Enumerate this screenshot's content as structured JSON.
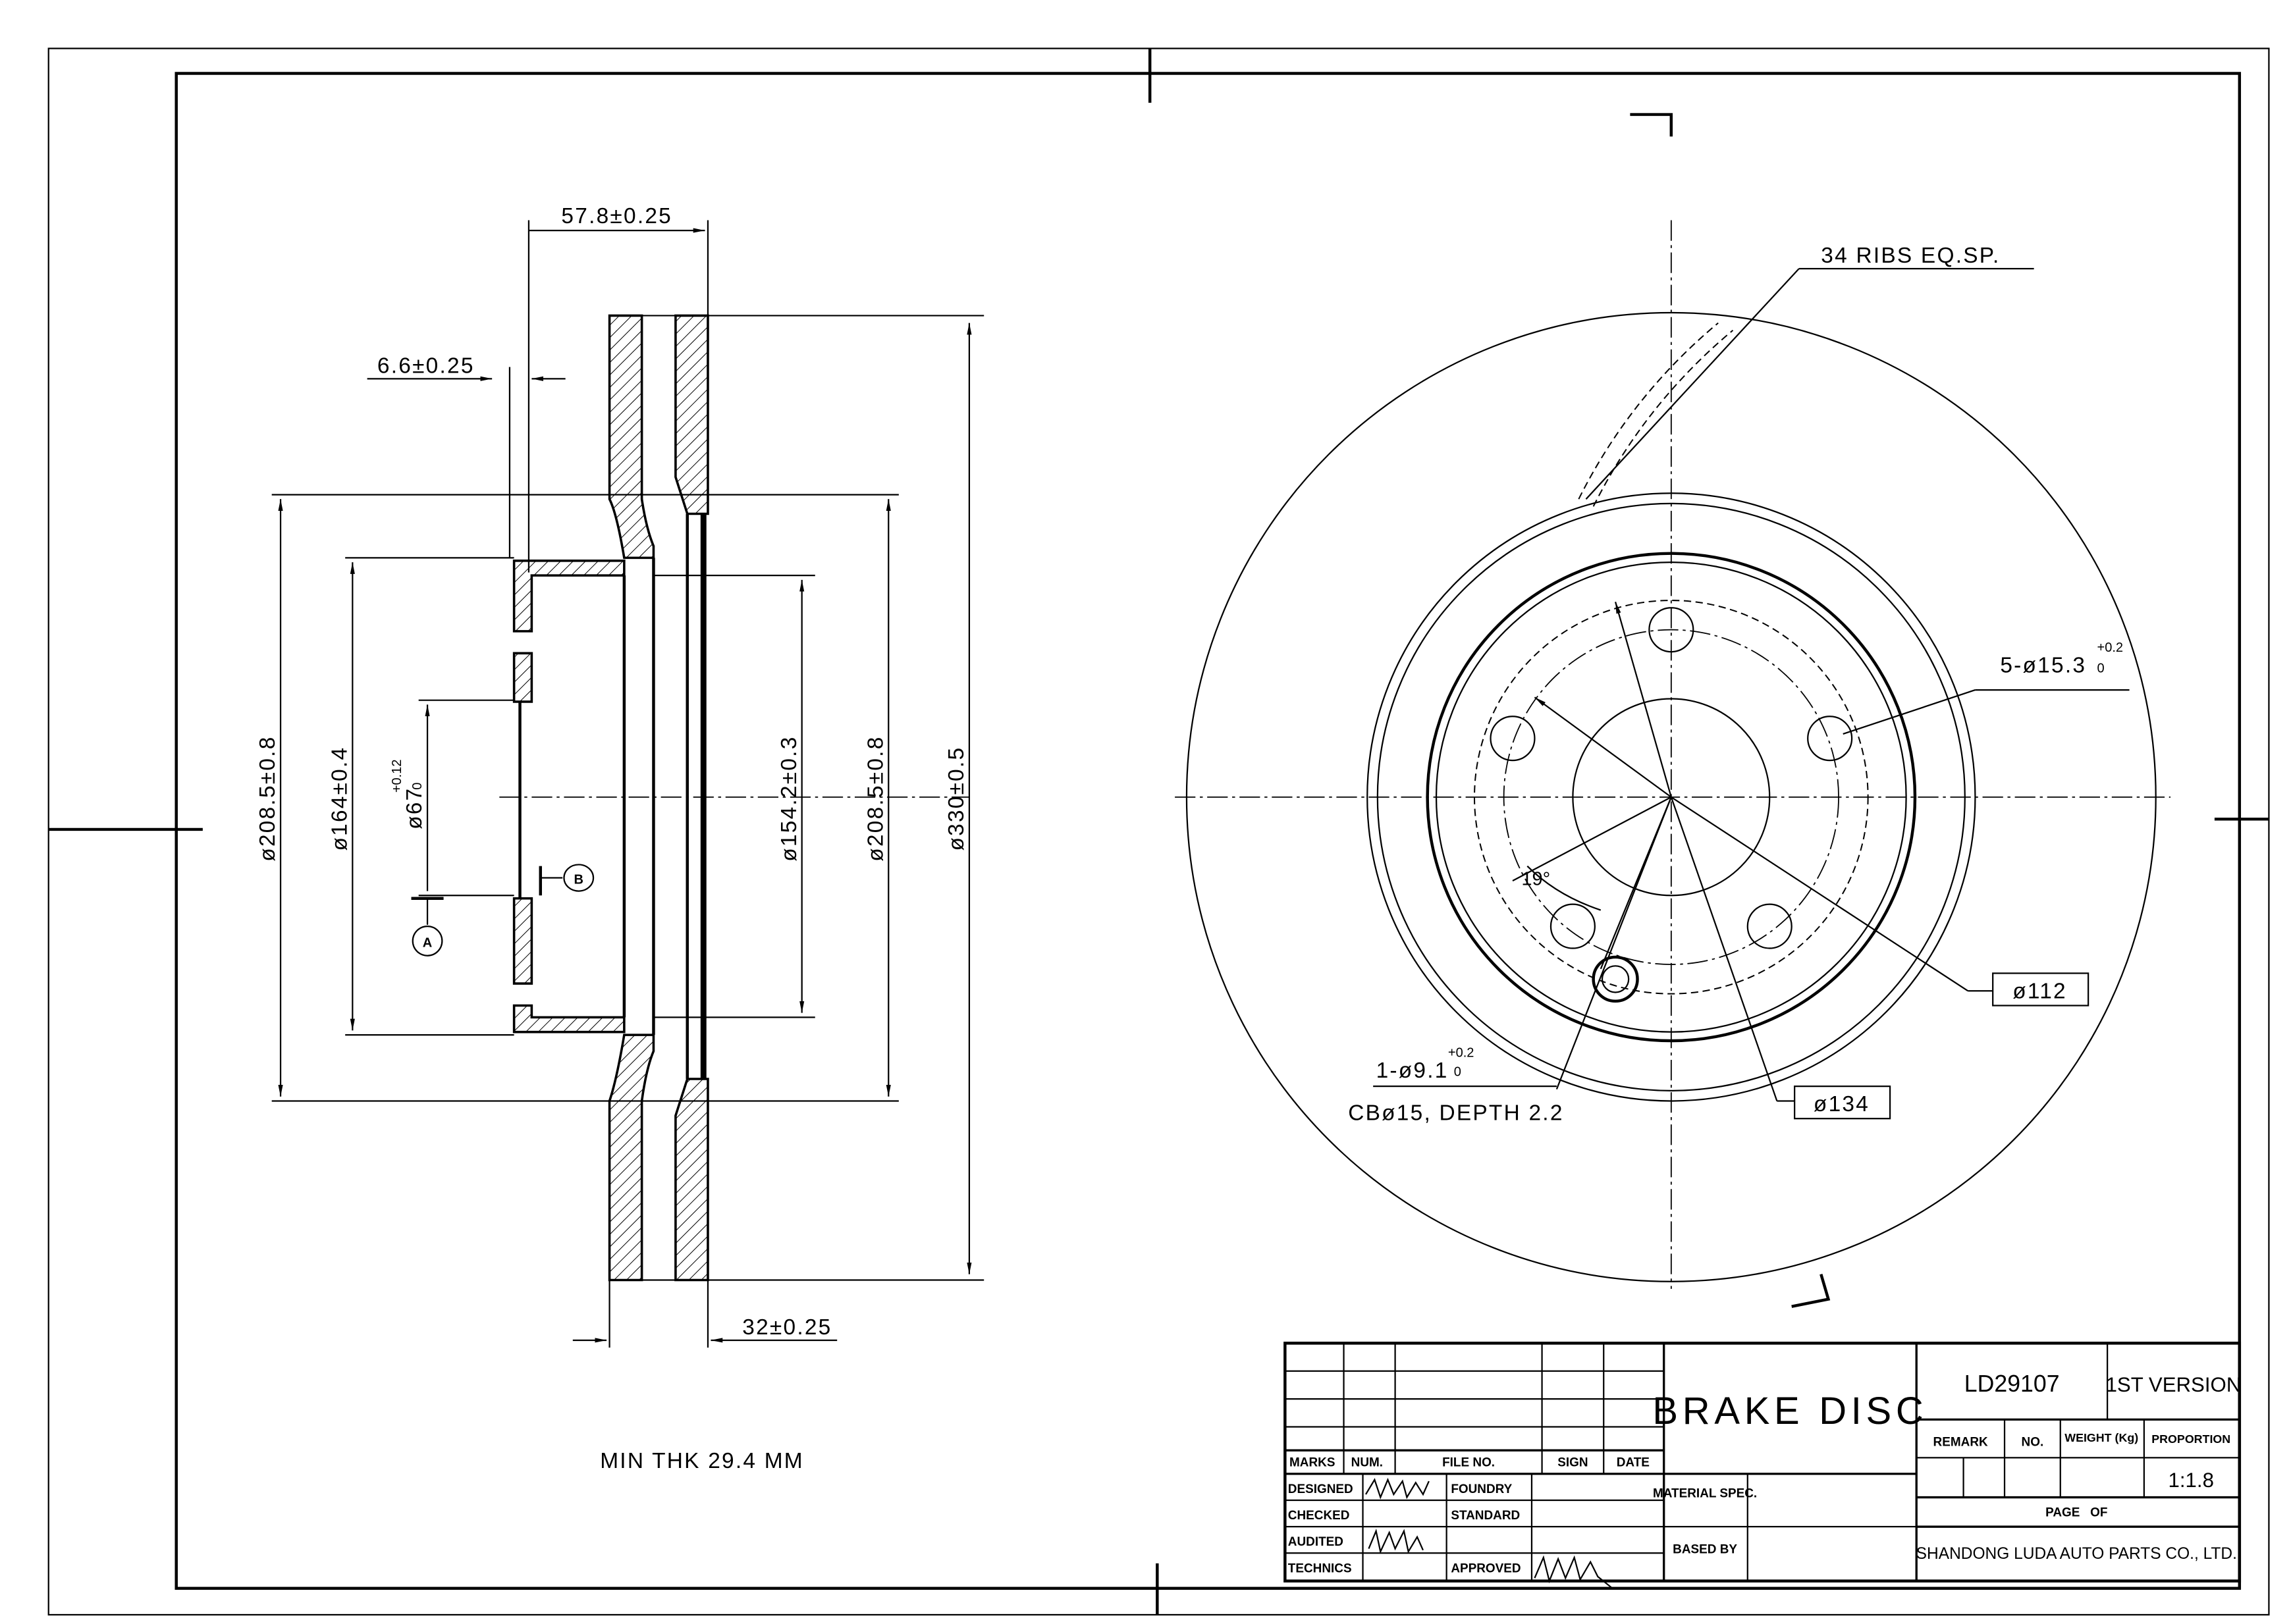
{
  "drawing": {
    "section_view": {
      "dim_overall_height": "57.8±0.25",
      "dim_hat_thickness": "6.6±0.25",
      "dim_disc_thickness": "32±0.25",
      "dim_outer_diameter": "ø330±0.5",
      "dim_friction_inner_right": "ø208.5±0.8",
      "dim_friction_inner_left": "ø208.5±0.8",
      "dim_hat_diameter": "ø164±0.4",
      "dim_inner_hat": "ø154.2±0.3",
      "dim_center_bore": "ø67",
      "dim_center_bore_tol_upper": "+0.12",
      "dim_center_bore_tol_lower": "0",
      "datum_a": "A",
      "datum_b": "B",
      "min_thickness": "MIN THK 29.4 MM"
    },
    "front_view": {
      "ribs_note": "34 RIBS EQ.SP.",
      "bolt_holes": "5-ø15.3",
      "bolt_holes_tol_upper": "+0.2",
      "bolt_holes_tol_lower": "0",
      "pcd_box": "ø112",
      "ring_box": "ø134",
      "angle": "19°",
      "locating_hole": "1-ø9.1",
      "locating_hole_tol_upper": "+0.2",
      "locating_hole_tol_lower": "0",
      "counterbore": "CBø15, DEPTH 2.2"
    }
  },
  "title_block": {
    "headers": {
      "marks": "MARKS",
      "num": "NUM.",
      "file_no": "FILE NO.",
      "sign": "SIGN",
      "date": "DATE"
    },
    "roles": {
      "designed": "DESIGNED",
      "checked": "CHECKED",
      "audited": "AUDITED",
      "technics": "TECHNICS",
      "foundry": "FOUNDRY",
      "standard": "STANDARD",
      "approved": "APPROVED"
    },
    "part_name": "BRAKE DISC",
    "material_spec": "MATERIAL SPEC.",
    "based_by": "BASED BY",
    "part_number": "LD29107",
    "version": "1ST VERSION",
    "remark": "REMARK",
    "no": "NO.",
    "weight": "WEIGHT (Kg)",
    "proportion": "PROPORTION",
    "proportion_value": "1:1.8",
    "page_of": "PAGE   OF",
    "company": "SHANDONG LUDA AUTO PARTS CO., LTD."
  }
}
